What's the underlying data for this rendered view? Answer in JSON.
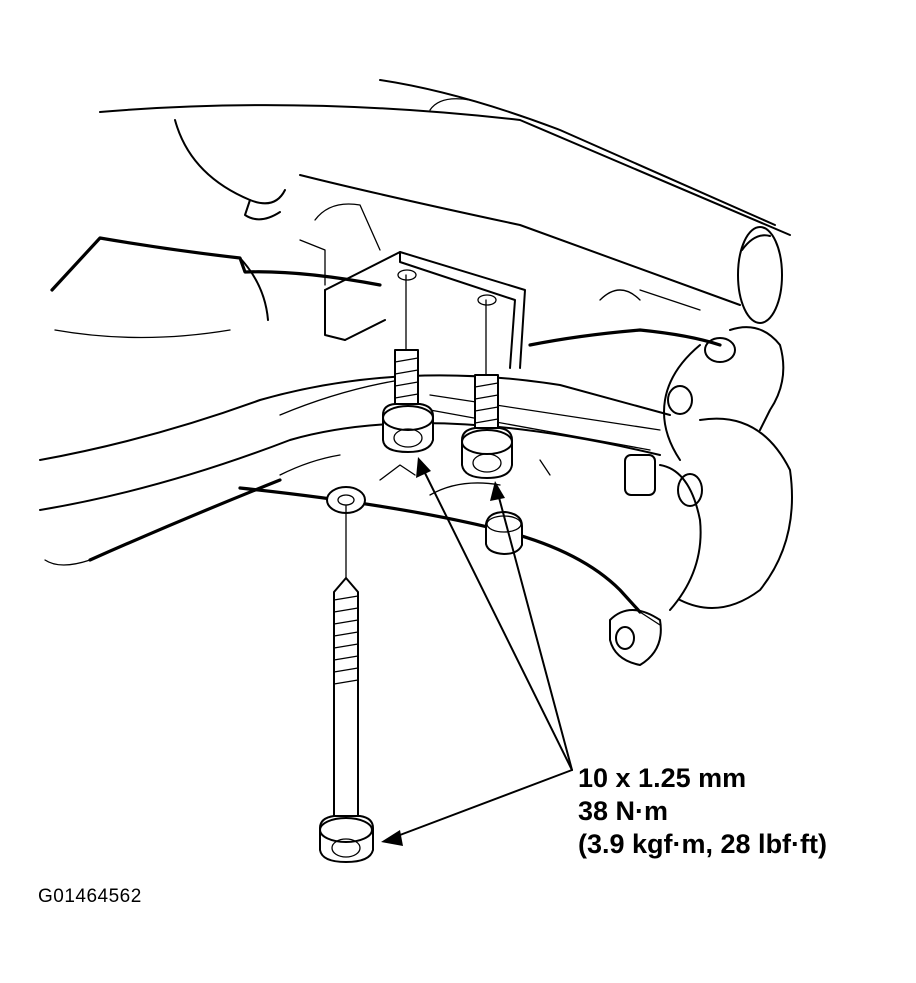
{
  "figure": {
    "callout": {
      "thread_size": "10 x 1.25 mm",
      "torque_nm": "38 N·m",
      "torque_alt": "(3.9 kgf·m, 28 lbf·ft)"
    },
    "figure_code": "G01464562"
  }
}
